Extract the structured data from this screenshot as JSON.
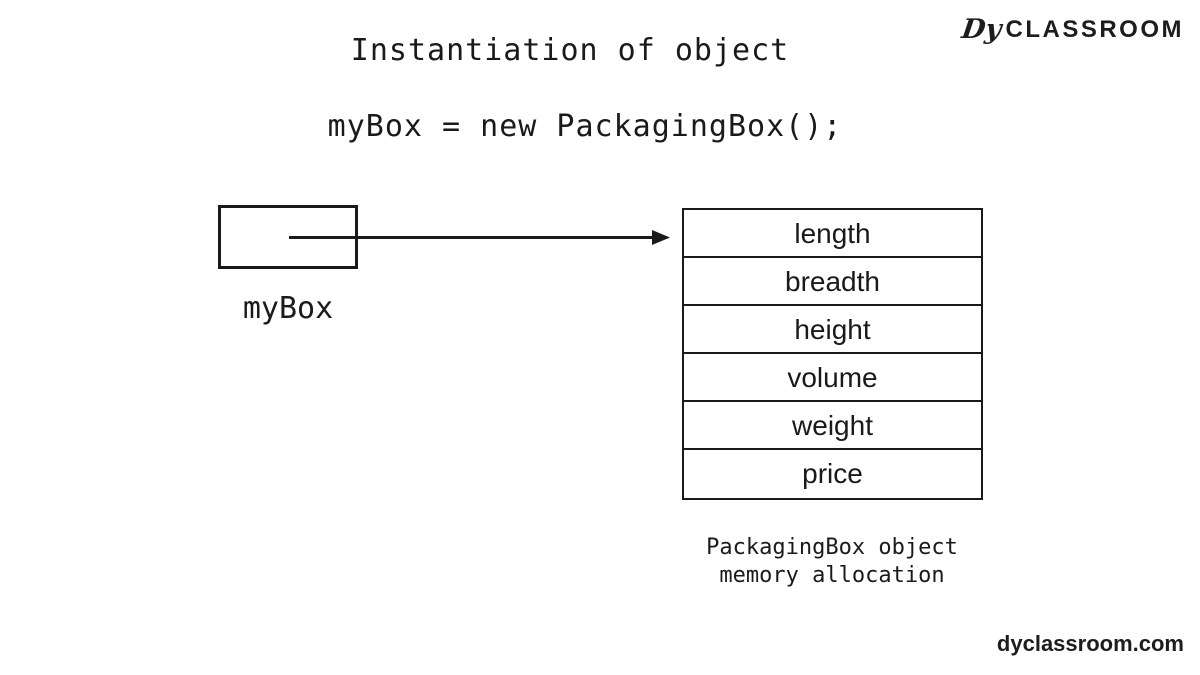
{
  "page": {
    "title": "Instantiation of object",
    "code": "myBox = new PackagingBox();"
  },
  "logo": {
    "mark": "Dy",
    "text": "CLASSROOM"
  },
  "diagram": {
    "reference_label": "myBox",
    "fields": [
      "length",
      "breadth",
      "height",
      "volume",
      "weight",
      "price"
    ],
    "caption_line1": "PackagingBox object",
    "caption_line2": "memory allocation"
  },
  "footer": {
    "site": "dyclassroom.com"
  },
  "colors": {
    "ink": "#1a1a1a",
    "background": "#ffffff"
  }
}
